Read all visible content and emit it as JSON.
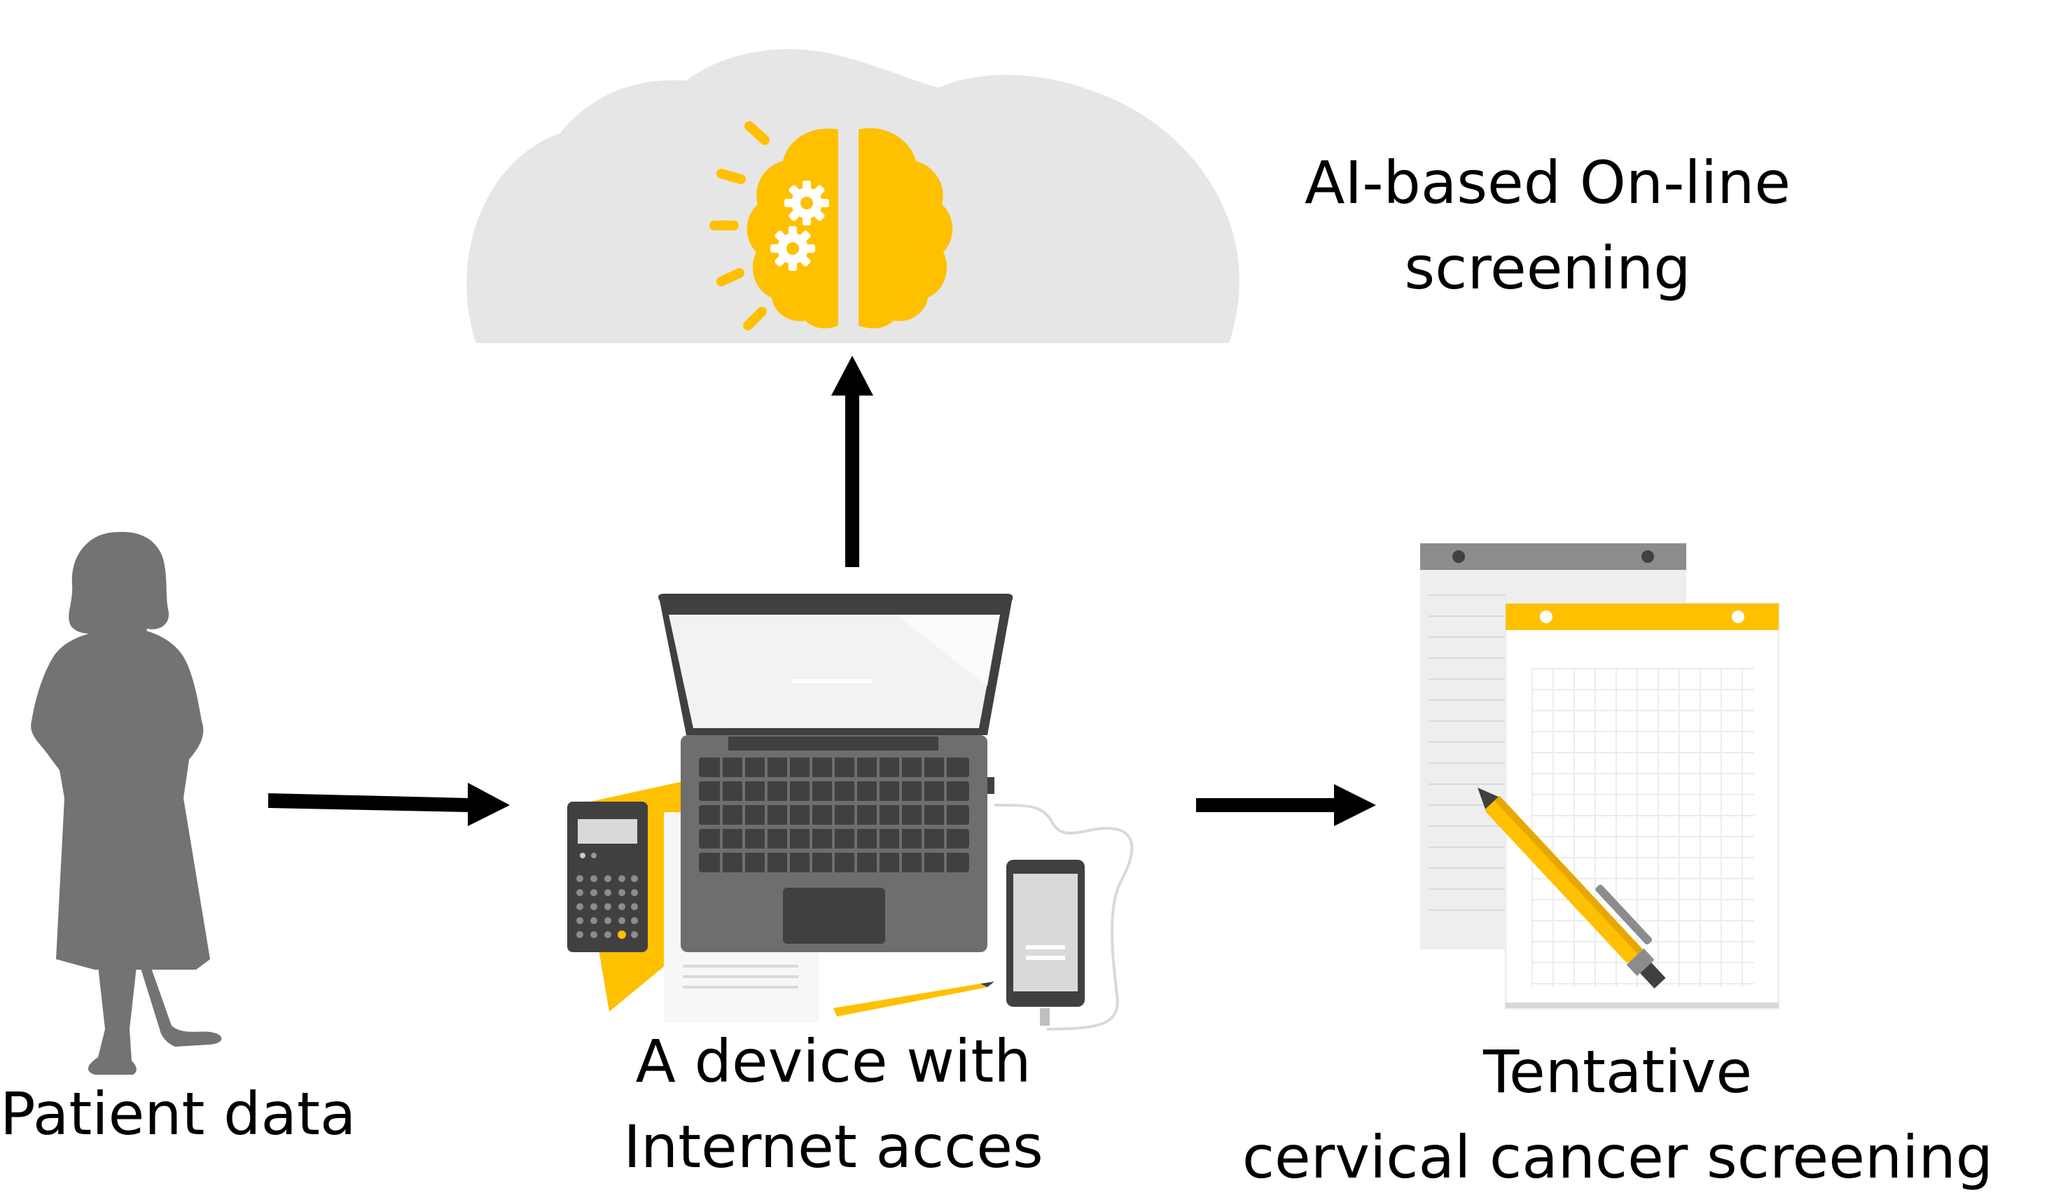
{
  "labels": {
    "cloud": [
      "AI-based On-line",
      "screening"
    ],
    "patient": "Patient data",
    "device": [
      "A device with",
      "Internet acces"
    ],
    "result": [
      "Tentative",
      "cervical cancer screening"
    ]
  },
  "colors": {
    "cloud": "#e6e6e6",
    "accent": "#ffc000",
    "silhouette": "#737373",
    "laptop_dark": "#595959",
    "laptop_body": "#6e6e6e",
    "arrow": "#000000",
    "paper": "#ffffff",
    "paper_back": "#eeeeee",
    "paper_header_back": "#8c8c8c"
  },
  "icons": {
    "cloud": "cloud-icon",
    "brain": "brain-gears-icon",
    "patient": "woman-silhouette-icon",
    "device": "laptop-calculator-phone-icon",
    "result": "notepad-pen-icon"
  }
}
